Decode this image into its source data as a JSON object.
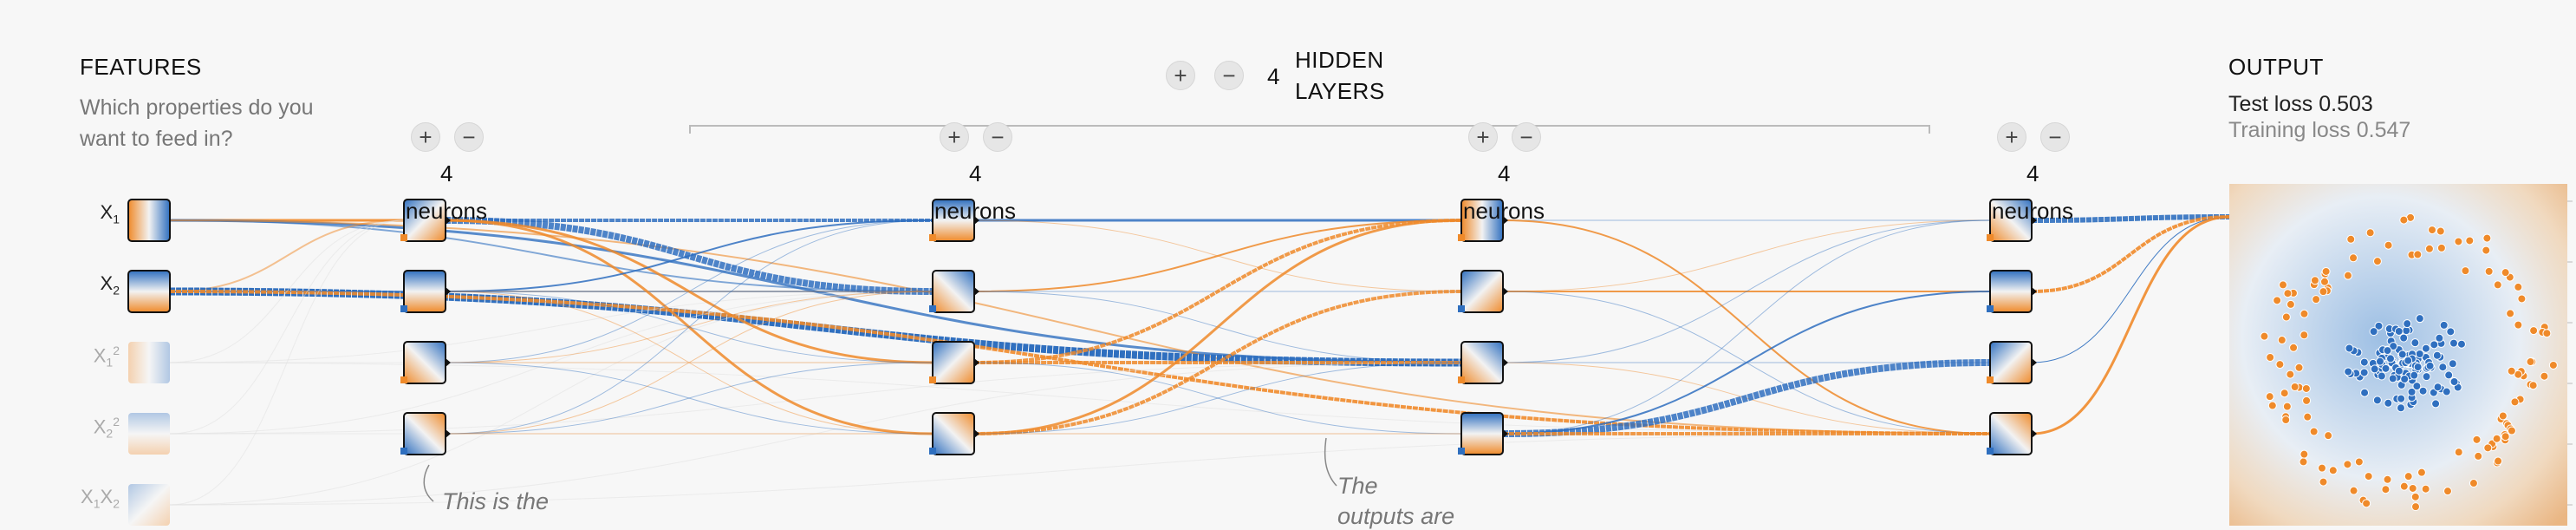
{
  "features": {
    "header": "FEATURES",
    "subtitle_line1": "Which properties do you",
    "subtitle_line2": "want to feed in?",
    "items": [
      {
        "base": "X",
        "sub": "1",
        "sup": "",
        "base2": "",
        "sub2": "",
        "active": true
      },
      {
        "base": "X",
        "sub": "2",
        "sup": "",
        "base2": "",
        "sub2": "",
        "active": true
      },
      {
        "base": "X",
        "sub": "1",
        "sup": "2",
        "base2": "",
        "sub2": "",
        "active": false
      },
      {
        "base": "X",
        "sub": "2",
        "sup": "2",
        "base2": "",
        "sub2": "",
        "active": false
      },
      {
        "base": "X",
        "sub": "1",
        "sup": "",
        "base2": "X",
        "sub2": "2",
        "active": false
      }
    ]
  },
  "hidden": {
    "add_label": "+",
    "remove_label": "−",
    "count": "4",
    "label_line1": "HIDDEN",
    "label_line2": "LAYERS"
  },
  "layers": [
    {
      "count": "4",
      "label": "neurons",
      "add": "+",
      "remove": "−"
    },
    {
      "count": "4",
      "label": "neurons",
      "add": "+",
      "remove": "−"
    },
    {
      "count": "4",
      "label": "neurons",
      "add": "+",
      "remove": "−"
    },
    {
      "count": "4",
      "label": "neurons",
      "add": "+",
      "remove": "−"
    }
  ],
  "output": {
    "header": "OUTPUT",
    "test_loss_label": "Test loss",
    "test_loss_value": "0.503",
    "train_loss_label": "Training loss",
    "train_loss_value": "0.547"
  },
  "notes": {
    "note1": "This is the",
    "note2_line1": "The",
    "note2_line2": "outputs are"
  },
  "colors": {
    "positive": "#2f6fbf",
    "negative": "#ef8a2a",
    "blue_light": "#a9c6e8",
    "orange_light": "#f3c89a"
  }
}
